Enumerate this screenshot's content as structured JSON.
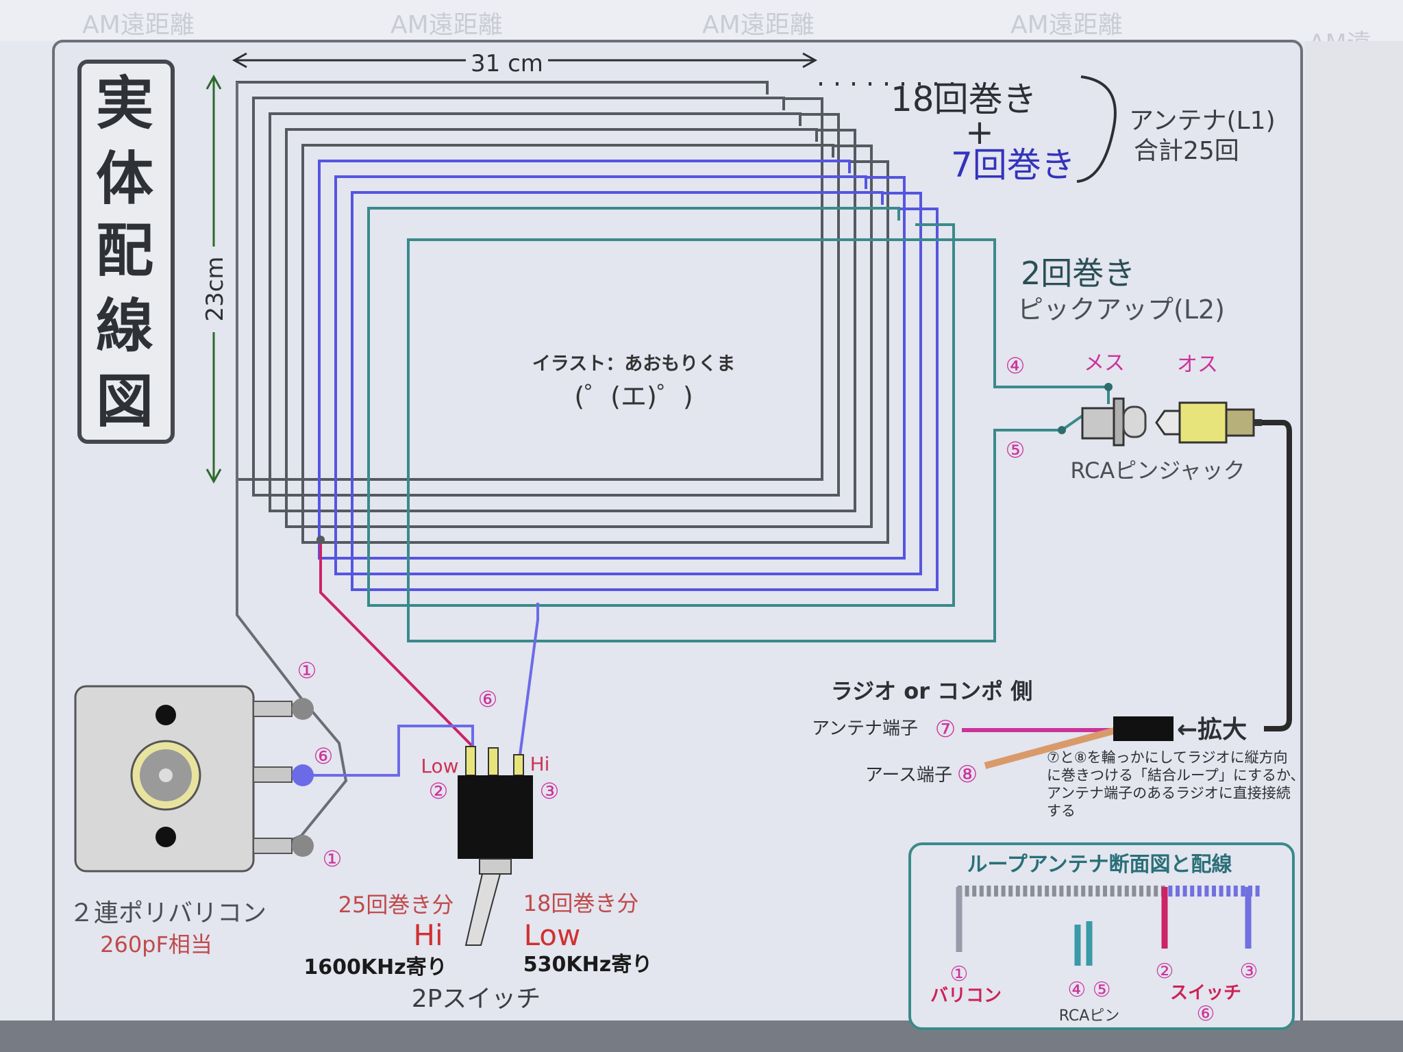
{
  "header": {
    "watermarks": [
      "AM遠距離",
      "AM遠距離",
      "AM遠距離",
      "AM遠距離",
      "AM遠"
    ]
  },
  "title_box": {
    "chars": [
      "実",
      "体",
      "配",
      "線",
      "図"
    ]
  },
  "dimensions": {
    "width": "31 cm",
    "height": "23cm"
  },
  "antenna": {
    "turns_main": "18回巻き",
    "plus": "+",
    "turns_extra": "7回巻き",
    "label": "アンテナ(L1)",
    "total": "合計25回",
    "extra_color": "#3333bb"
  },
  "pickup": {
    "turns": "2回巻き",
    "label": "ピックアップ(L2)"
  },
  "illustration": {
    "credit": "イラスト：あおもりくま",
    "face": "(゜(エ)゜)"
  },
  "connector": {
    "num4": "④",
    "num5": "⑤",
    "female": "メス",
    "male": "オス",
    "rca": "RCAピンジャック",
    "accent_color": "#cc3399"
  },
  "radio": {
    "heading": "ラジオ or コンポ 側",
    "antenna_terminal": "アンテナ端子",
    "num7": "⑦",
    "earth_terminal": "アース端子",
    "num8": "⑧",
    "enlarge": "←拡大",
    "note": [
      "⑦と⑧を輪っかにしてラジオに縦方向",
      "に巻きつける「結合ループ」にするか、",
      "アンテナ端子のあるラジオに直接接続",
      "する"
    ]
  },
  "varicon": {
    "num1_top": "①",
    "num6": "⑥",
    "num1_bottom": "①",
    "name": "２連ポリバリコン",
    "capacity": "260pF相当"
  },
  "switch": {
    "num6": "⑥",
    "low_pin": "Low",
    "hi_pin": "Hi",
    "num2": "②",
    "num3": "③",
    "left_turns": "25回巻き分",
    "left_mode": "Hi",
    "left_freq": "1600KHz寄り",
    "right_turns": "18回巻き分",
    "right_mode": "Low",
    "right_freq": "530KHz寄り",
    "name": "2Pスイッチ"
  },
  "section": {
    "title": "ループアンテナ断面図と配線",
    "n1": "①",
    "l1": "バリコン",
    "n45": "④ ⑤",
    "l45": "RCAピン",
    "n2": "②",
    "n3": "③",
    "l23": "スイッチ",
    "n6": "⑥"
  },
  "colors": {
    "gray_wire": "#555a60",
    "blue_wire": "#5555e0",
    "teal_wire": "#3a8a8a",
    "red_wire": "#cc2266",
    "number_color": "#cc33aa"
  }
}
